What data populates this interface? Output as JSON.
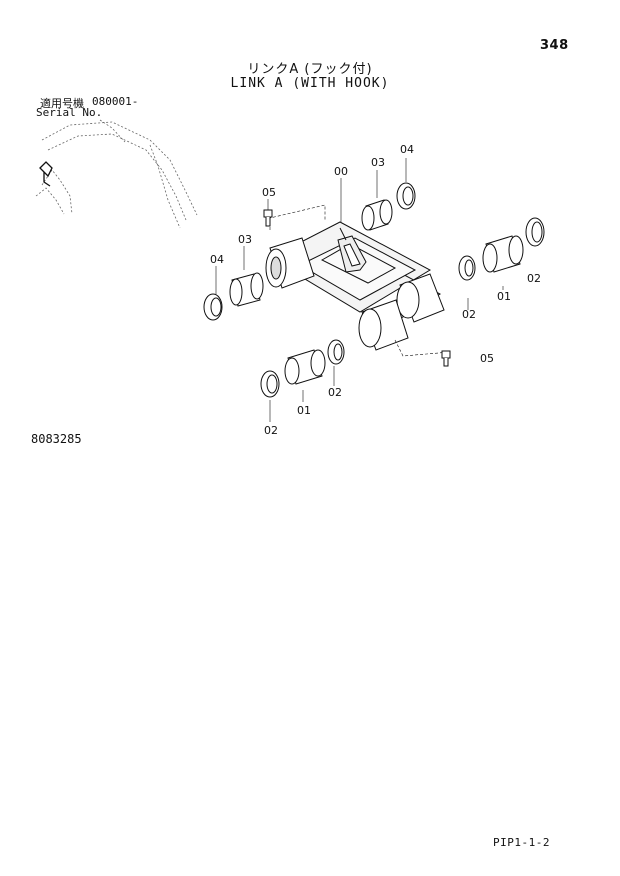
{
  "header": {
    "page_number": "348",
    "title_jp": "リンクA (フック付)",
    "title_en": "LINK A (WITH HOOK)"
  },
  "serial": {
    "label_jp": "適用号機",
    "value": "080001-",
    "label_en": "Serial No."
  },
  "callouts": {
    "c00": "00",
    "c01a": "01",
    "c01b": "01",
    "c02a": "02",
    "c02b": "02",
    "c02c": "02",
    "c02d": "02",
    "c03a": "03",
    "c03b": "03",
    "c04a": "04",
    "c04b": "04",
    "c05a": "05",
    "c05b": "05"
  },
  "drawing_id": "8083285",
  "footer_ref": "PIP1-1-2"
}
